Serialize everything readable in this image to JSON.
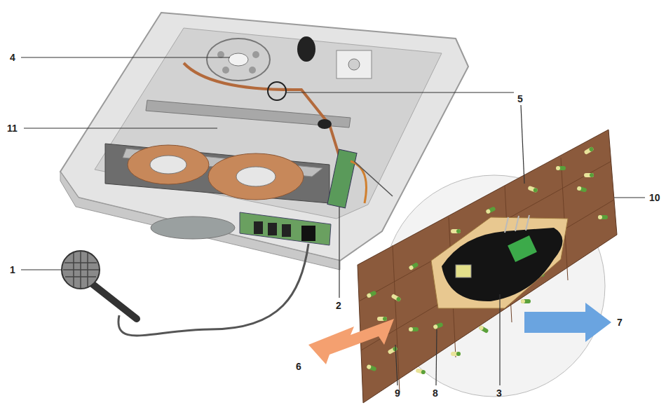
{
  "diagram": {
    "labels": [
      "4",
      "11",
      "5",
      "10",
      "1",
      "2",
      "7",
      "6",
      "9",
      "8",
      "3"
    ]
  }
}
